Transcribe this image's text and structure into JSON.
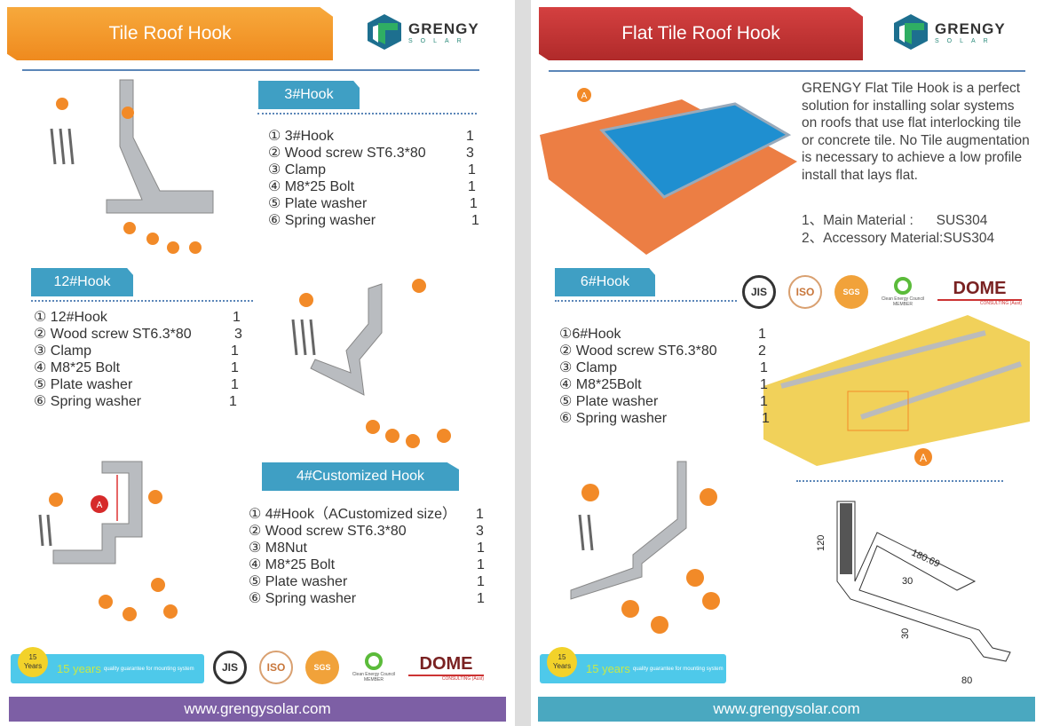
{
  "left": {
    "title": "Tile Roof Hook",
    "logo": {
      "name": "GRENGY",
      "sub": "SOLAR"
    },
    "hook3": {
      "label": "3#Hook",
      "items": [
        {
          "name": "① 3#Hook",
          "qty": "1"
        },
        {
          "name": "② Wood screw ST6.3*80",
          "qty": "3"
        },
        {
          "name": "③ Clamp",
          "qty": "1"
        },
        {
          "name": "④ M8*25 Bolt",
          "qty": "1"
        },
        {
          "name": "⑤ Plate washer",
          "qty": "1"
        },
        {
          "name": "⑥ Spring washer",
          "qty": "1"
        }
      ]
    },
    "hook12": {
      "label": "12#Hook",
      "items": [
        {
          "name": "① 12#Hook",
          "qty": "1"
        },
        {
          "name": "② Wood screw ST6.3*80",
          "qty": "3"
        },
        {
          "name": "③ Clamp",
          "qty": "1"
        },
        {
          "name": "④ M8*25 Bolt",
          "qty": "1"
        },
        {
          "name": "⑤ Plate washer",
          "qty": "1"
        },
        {
          "name": "⑥ Spring washer",
          "qty": "1"
        }
      ]
    },
    "hook4": {
      "label": "4#Customized Hook",
      "items": [
        {
          "name": "① 4#Hook（ACustomized size）",
          "qty": "1"
        },
        {
          "name": "② Wood screw ST6.3*80",
          "qty": "3"
        },
        {
          "name": "③ M8Nut",
          "qty": "1"
        },
        {
          "name": "④ M8*25 Bolt",
          "qty": "1"
        },
        {
          "name": "⑤ Plate washer",
          "qty": "1"
        },
        {
          "name": "⑥ Spring washer",
          "qty": "1"
        }
      ]
    },
    "badge": {
      "medal_num": "15",
      "medal_unit": "Years",
      "big": "15 years",
      "small": "quality guarantee for mounting system"
    },
    "certs": [
      "JIS",
      "ISO",
      "SGS",
      "Clean Energy Council",
      "MEMBER",
      "DOME",
      "CONSULTING (Aust)"
    ],
    "website": "www.grengysolar.com",
    "marker_a": "A"
  },
  "right": {
    "title": "Flat Tile Roof Hook",
    "logo": {
      "name": "GRENGY",
      "sub": "SOLAR"
    },
    "description": "GRENGY Flat Tile Hook is a perfect solution for installing solar systems on roofs that use flat interlocking tile or concrete tile. No Tile augmentation is necessary to achieve a low profile install that lays flat.",
    "materials": [
      "1、Main Material :      SUS304",
      "2、Accessory Material:SUS304"
    ],
    "hook6": {
      "label": "6#Hook",
      "items": [
        {
          "name": "①6#Hook",
          "qty": "1"
        },
        {
          "name": "② Wood screw ST6.3*80",
          "qty": "2"
        },
        {
          "name": "③ Clamp",
          "qty": "1"
        },
        {
          "name": "④ M8*25Bolt",
          "qty": "1"
        },
        {
          "name": "⑤ Plate washer",
          "qty": "1"
        },
        {
          "name": "⑥ Spring washer",
          "qty": "1"
        }
      ]
    },
    "marker_a": "A",
    "dims": [
      "120",
      "180.69",
      "30",
      "30",
      "80"
    ],
    "badge": {
      "medal_num": "15",
      "medal_unit": "Years",
      "big": "15 years",
      "small": "quality guarantee for mounting system"
    },
    "website": "www.grengysolar.com"
  },
  "colors": {
    "orange": "#f39a2c",
    "red": "#c93a3a",
    "tag": "#3f9fc4",
    "purple": "#7d5fa5",
    "teal": "#4aa8c0"
  }
}
